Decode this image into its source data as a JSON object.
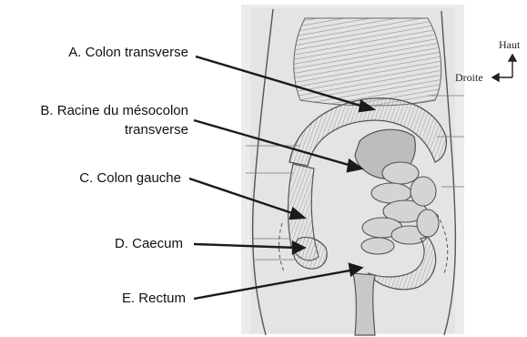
{
  "labels": {
    "a": "A. Colon transverse",
    "b_line1": "B. Racine du mésocolon",
    "b_line2": "transverse",
    "c": "C. Colon gauche",
    "d": "D. Caecum",
    "e": "E. Rectum"
  },
  "orientation": {
    "up": "Haut",
    "right": "Droite"
  }
}
